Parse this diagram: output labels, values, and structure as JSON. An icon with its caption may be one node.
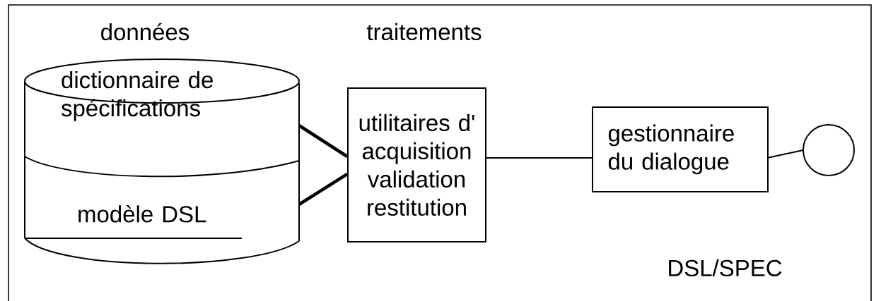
{
  "diagram": {
    "nodes": [
      {
        "text": [
          "dictionnaire de spécifications"
        ]
      },
      {
        "text": [
          "modèle DSL"
        ]
      },
      {
        "text": [
          "utilitaires d' acquisition validation restitution"
        ]
      },
      {
        "text": [
          "gestionnaire du dialogue"
        ]
      },
      {
        "text": [],
        "shape": "circle"
      }
    ],
    "edges": [
      {
        "from": 0,
        "to": 2,
        "arrow": "none",
        "style": "thick"
      },
      {
        "from": 1,
        "to": 2,
        "arrow": "none",
        "style": "thick"
      },
      {
        "from": 2,
        "to": 3,
        "arrow": "none"
      },
      {
        "from": 3,
        "to": 4,
        "arrow": "none"
      }
    ],
    "labels": [
      "données",
      "traitements",
      "DSL/SPEC"
    ]
  }
}
